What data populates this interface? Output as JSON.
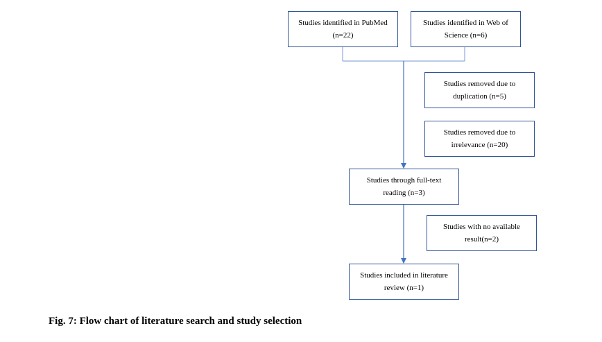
{
  "nodes": {
    "pubmed": "Studies identified in PubMed (n=22)",
    "wos": "Studies identified in Web of Science (n=6)",
    "duplication": "Studies removed due to duplication (n=5)",
    "irrelevance": "Studies removed due to irrelevance (n=20)",
    "fulltext": "Studies through full-text reading (n=3)",
    "noresult": "Studies with no available result(n=2)",
    "included": "Studies included in literature review (n=1)"
  },
  "caption": "Fig. 7: Flow chart of literature search and study selection",
  "colors": {
    "box_border": "#2f5597",
    "connector": "#8faadc",
    "arrow": "#4472c4"
  }
}
